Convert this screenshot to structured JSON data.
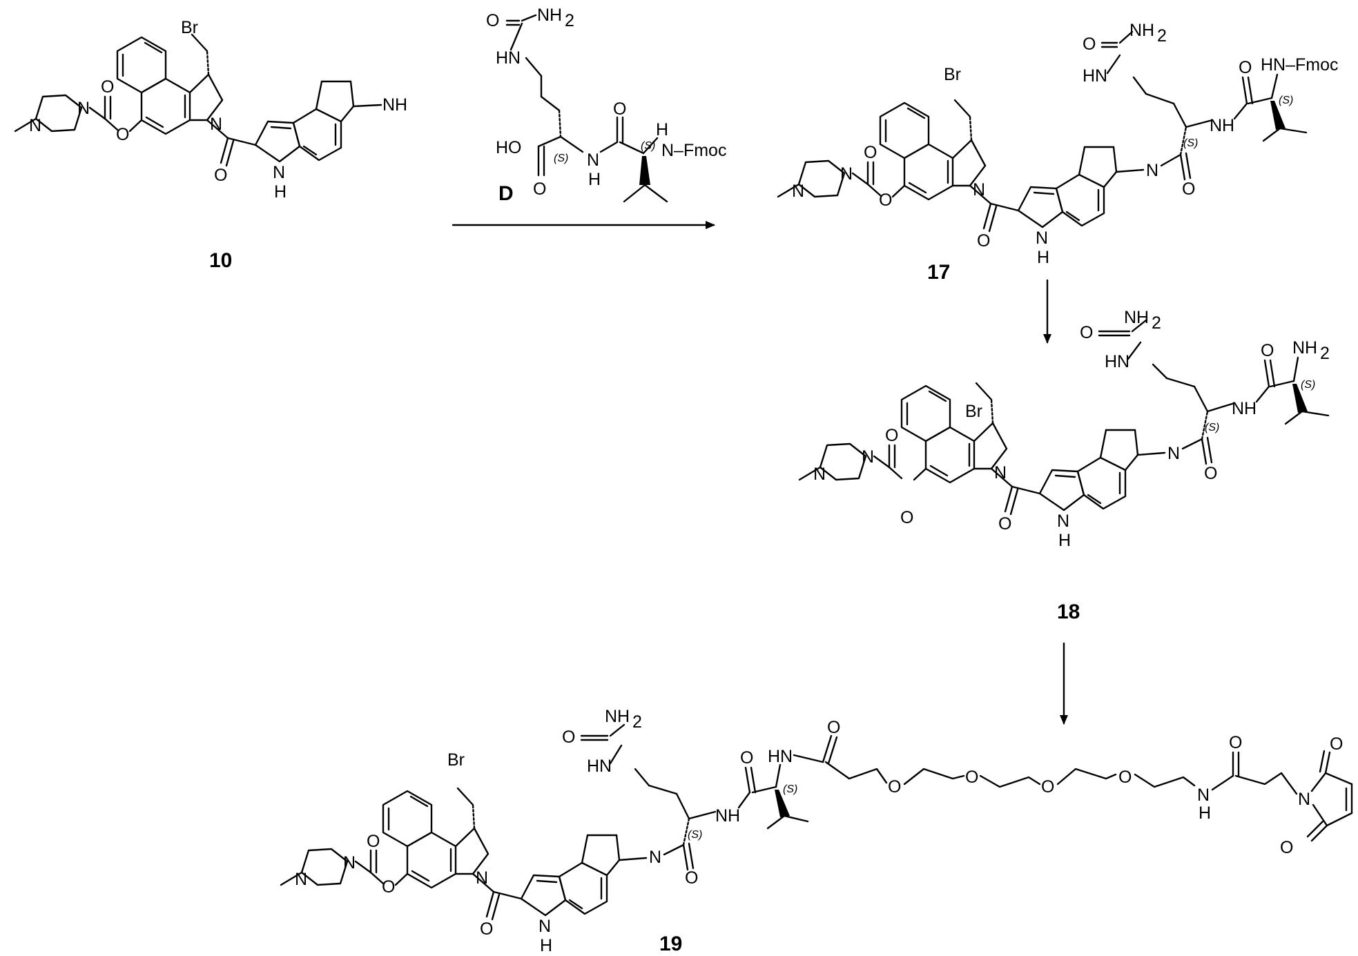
{
  "compounds": {
    "c10": {
      "label": "10"
    },
    "c17": {
      "label": "17"
    },
    "c18": {
      "label": "18"
    },
    "c19": {
      "label": "19"
    }
  },
  "reagent": {
    "label": "D"
  },
  "atoms": {
    "br": "Br",
    "o": "O",
    "n": "N",
    "nh": "NH",
    "hn": "HN",
    "h": "H",
    "ho": "HO",
    "nh2": "NH",
    "sub2": "2",
    "fmoc": "Fmoc",
    "hn_fmoc": "HN–Fmoc",
    "n_fmoc": "N–Fmoc"
  },
  "stereo": {
    "s": "(S)"
  },
  "colors": {
    "ink": "#000000",
    "background": "#ffffff"
  }
}
